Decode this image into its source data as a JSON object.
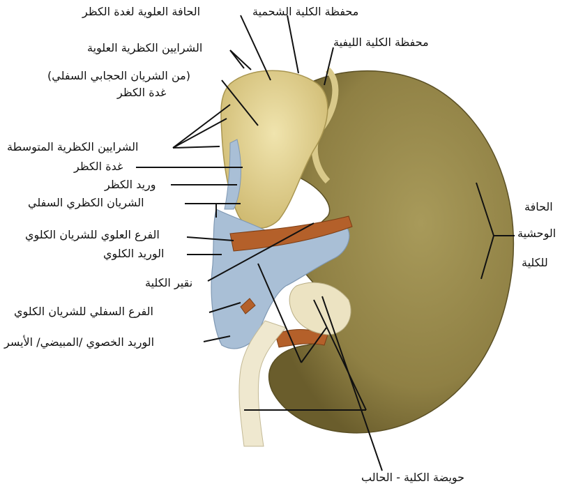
{
  "labels": {
    "adipose_capsule": "محفظة الكلية الشحمية",
    "superior_border_adrenal": "الحافة العلوية لغدة الكظر",
    "fibrous_capsule": "محفظة الكلية الليفية",
    "superior_adrenal_arteries": "الشرايين الكظرية العلوية",
    "inferior_phrenic_note": "(من الشريان الحجابي السفلي)",
    "adrenal_gland_top": "غدة الكظر",
    "middle_adrenal_arteries": "الشرايين الكظرية  المتوسطة",
    "adrenal_gland": "غدة الكظر",
    "adrenal_vein": "وريد الكظر",
    "inferior_adrenal_artery": "الشريان الكظري السفلي",
    "upper_branch_renal_artery": "الفرع العلوي للشريان الكلوي",
    "renal_vein": "الوريد الكلوي",
    "renal_hilum": "نقير الكلية",
    "lower_branch_renal_artery": "الفرع السفلي للشريان الكلوي",
    "gonadal_vein": "الوريد الخصوي /المبيضي/ الأيسر",
    "renal_pelvis_ureter": "حويضة الكلية - الحالب",
    "lateral_border_1": "الحافة",
    "lateral_border_2": "الوحشية",
    "lateral_border_3": "للكلية"
  },
  "colors": {
    "kidney": "#9a8a4c",
    "kidney_dark": "#6e6130",
    "adrenal": "#e6d79a",
    "vein": "#a9bfd6",
    "artery": "#b4602a",
    "ureter": "#efe8cf",
    "line": "#111111"
  }
}
